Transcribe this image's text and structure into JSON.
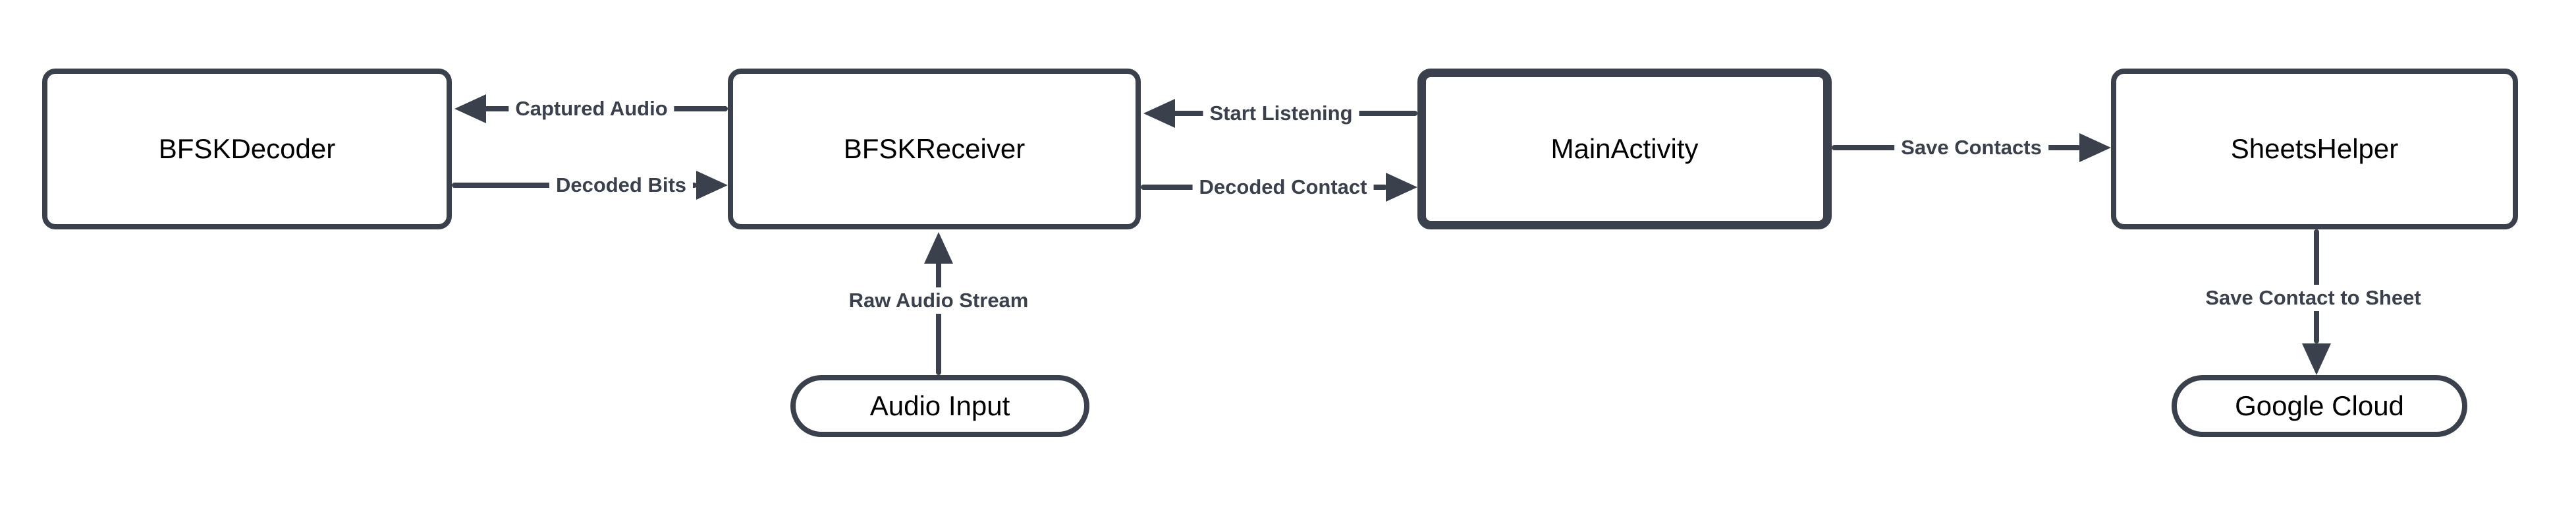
{
  "diagram": {
    "colors": {
      "stroke": "#3a414c",
      "node_fill": "#ffffff",
      "node_text": "#000000",
      "edge_label_text": "#3a414c",
      "background": "#ffffff"
    },
    "nodes": [
      {
        "id": "bfsk-decoder",
        "label": "BFSKDecoder",
        "shape": "rectangle"
      },
      {
        "id": "bfsk-receiver",
        "label": "BFSKReceiver",
        "shape": "rectangle"
      },
      {
        "id": "main-activity",
        "label": "MainActivity",
        "shape": "rectangle",
        "emphasized_border": true
      },
      {
        "id": "sheets-helper",
        "label": "SheetsHelper",
        "shape": "rectangle"
      },
      {
        "id": "audio-input",
        "label": "Audio Input",
        "shape": "pill"
      },
      {
        "id": "google-cloud",
        "label": "Google Cloud",
        "shape": "pill"
      }
    ],
    "edges": [
      {
        "id": "captured-audio",
        "label": "Captured Audio",
        "from": "BFSKReceiver",
        "to": "BFSKDecoder",
        "direction": "left"
      },
      {
        "id": "decoded-bits",
        "label": "Decoded Bits",
        "from": "BFSKDecoder",
        "to": "BFSKReceiver",
        "direction": "right"
      },
      {
        "id": "start-listening",
        "label": "Start Listening",
        "from": "MainActivity",
        "to": "BFSKReceiver",
        "direction": "left"
      },
      {
        "id": "decoded-contact",
        "label": "Decoded Contact",
        "from": "BFSKReceiver",
        "to": "MainActivity",
        "direction": "right"
      },
      {
        "id": "save-contacts",
        "label": "Save Contacts",
        "from": "MainActivity",
        "to": "SheetsHelper",
        "direction": "right"
      },
      {
        "id": "raw-audio-stream",
        "label": "Raw Audio Stream",
        "from": "Audio Input",
        "to": "BFSKReceiver",
        "direction": "up"
      },
      {
        "id": "save-contact-to-sheet",
        "label": "Save Contact to Sheet",
        "from": "SheetsHelper",
        "to": "Google Cloud",
        "direction": "down"
      }
    ]
  }
}
